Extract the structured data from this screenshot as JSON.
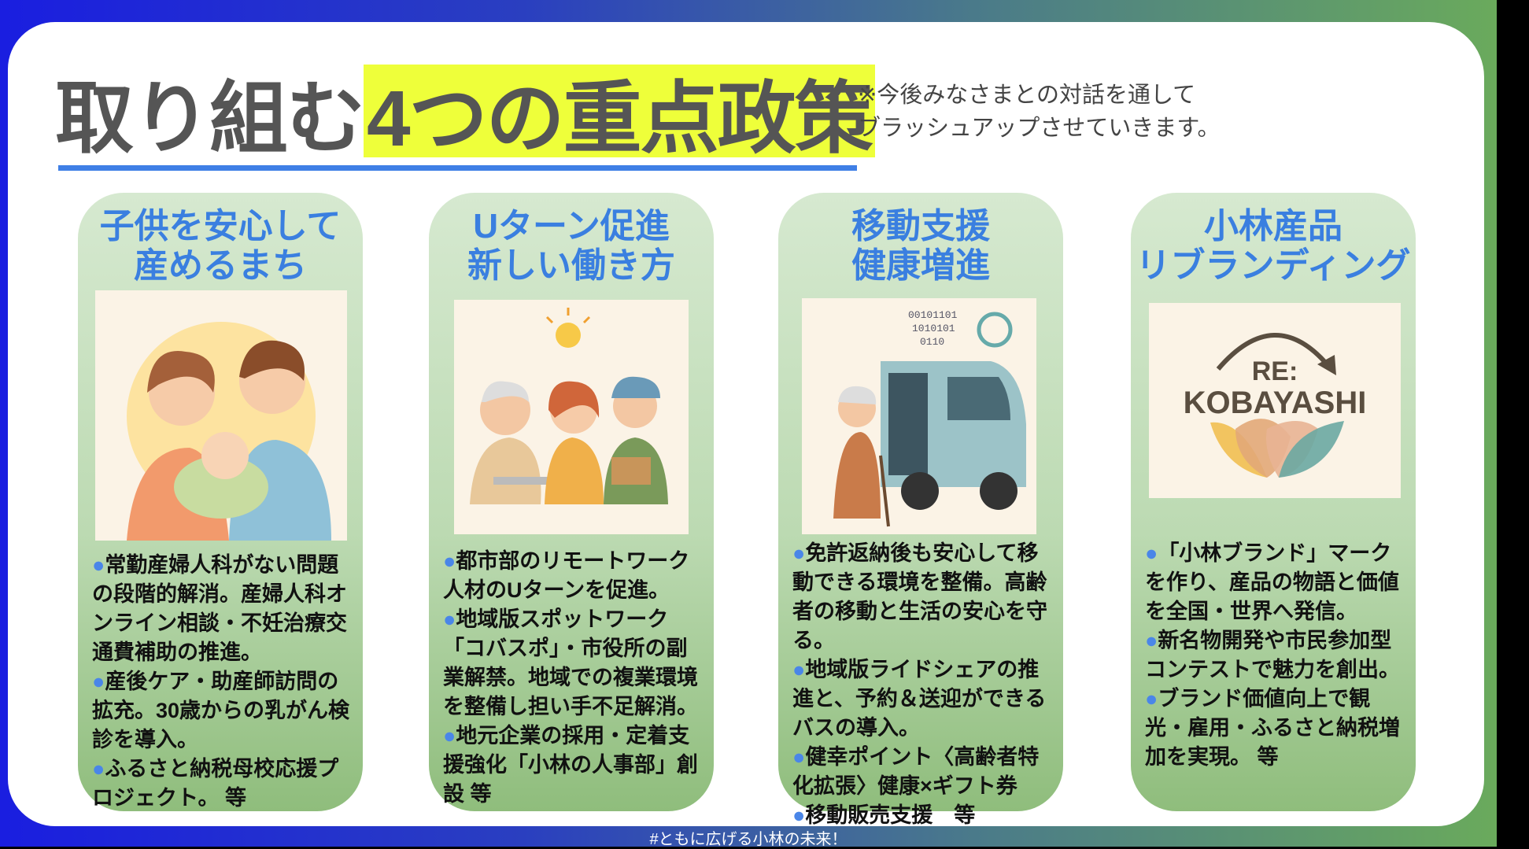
{
  "header": {
    "title_plain": "取り組む",
    "title_highlight": "4つの重点政策",
    "note_lines": [
      "※今後みなさまとの対話を通して",
      "ブラッシュアップさせていきます。"
    ]
  },
  "bullet": "●",
  "cards": [
    {
      "title_lines": [
        "子供を安心して",
        "産めるまち"
      ],
      "items": [
        "常勤産婦人科がない問題の段階的解消。産婦人科オンライン相談・不妊治療交通費補助の推進。",
        "産後ケア・助産師訪問の拡充。30歳からの乳がん検診を導入。",
        "ふるさと納税母校応援プロジェクト。 等"
      ]
    },
    {
      "title_lines": [
        "Uターン促進",
        "新しい働き方"
      ],
      "items": [
        "都市部のリモートワーク人材のUターンを促進。",
        "地域版スポットワーク「コバスポ」・市役所の副業解禁。地域での複業環境を整備し担い手不足解消。",
        "地元企業の採用・定着支援強化「小林の人事部」創設 等"
      ]
    },
    {
      "title_lines": [
        "移動支援",
        "健康増進"
      ],
      "illustration_text": [
        "00101101",
        "1010101",
        "0110"
      ],
      "items": [
        "免許返納後も安心して移動できる環境を整備。高齢者の移動と生活の安心を守る。",
        "地域版ライドシェアの推進と、予約＆送迎ができるバスの導入。",
        "健幸ポイント〈高齢者特化拡張〉健康×ギフト券",
        "移動販売支援　等"
      ]
    },
    {
      "title_lines": [
        "小林産品",
        "リブランディング"
      ],
      "logo": {
        "line1": "RE:",
        "line2": "KOBAYASHI"
      },
      "items": [
        "「小林ブランド」マークを作り、産品の物語と価値を全国・世界へ発信。",
        "新名物開発や市民参加型コンテストで魅力を創出。",
        "ブランド価値向上で観光・雇用・ふるさと納税増加を実現。 等"
      ]
    }
  ],
  "footer": "#ともに広げる小林の未来！",
  "colors": {
    "accent_blue": "#3a7fe0",
    "highlight": "#eeff3a",
    "bullet": "#4a86e8"
  }
}
